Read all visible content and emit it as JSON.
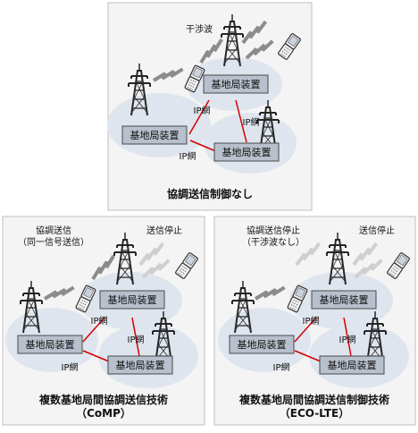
{
  "panels": [
    {
      "id": "no-coordination",
      "caption_lines": [
        "協調送信制御なし"
      ],
      "station_labels": [
        "基地局装置",
        "基地局装置",
        "基地局装置"
      ],
      "network_labels": [
        "IP網",
        "IP網",
        "IP網"
      ],
      "annotations": [
        "干渉波"
      ]
    },
    {
      "id": "comp",
      "caption_lines": [
        "複数基地局間協調送信技術",
        "（CoMP）"
      ],
      "station_labels": [
        "基地局装置",
        "基地局装置",
        "基地局装置"
      ],
      "network_labels": [
        "IP網",
        "IP網",
        "IP網"
      ],
      "annotations": [
        "協調送信",
        "（同一信号送信）",
        "送信停止"
      ]
    },
    {
      "id": "eco-lte",
      "caption_lines": [
        "複数基地局間協調送信制御技術",
        "（ECO-LTE）"
      ],
      "station_labels": [
        "基地局装置",
        "基地局装置",
        "基地局装置"
      ],
      "network_labels": [
        "IP網",
        "IP網",
        "IP網"
      ],
      "annotations": [
        "協調送信停止",
        "（干渉波なし）",
        "送信停止"
      ]
    }
  ],
  "colors": {
    "frame_bg": "#f4f4f4",
    "frame_border": "#bfbfbf",
    "cell_fill": "#dfe5ee",
    "station_fill": "#b7c0cc",
    "link_red": "#d60000",
    "tower": "#262626",
    "wave": "#8c8c8c"
  }
}
